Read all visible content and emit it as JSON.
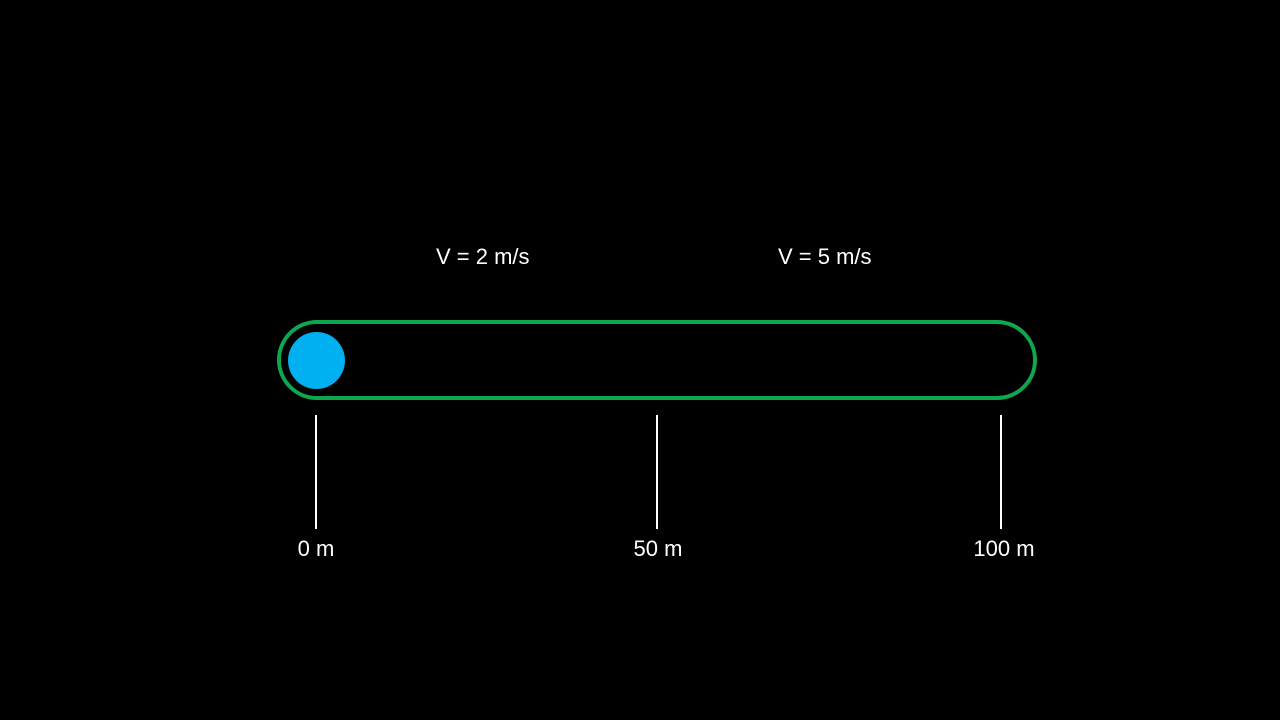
{
  "speed_labels": {
    "first": "V = 2 m/s",
    "second": "V = 5 m/s"
  },
  "scale": {
    "marks": [
      "0 m",
      "50 m",
      "100 m"
    ]
  },
  "colors": {
    "background": "#000000",
    "track_border": "#0fa650",
    "ball": "#00b0f0",
    "text": "#ffffff"
  }
}
